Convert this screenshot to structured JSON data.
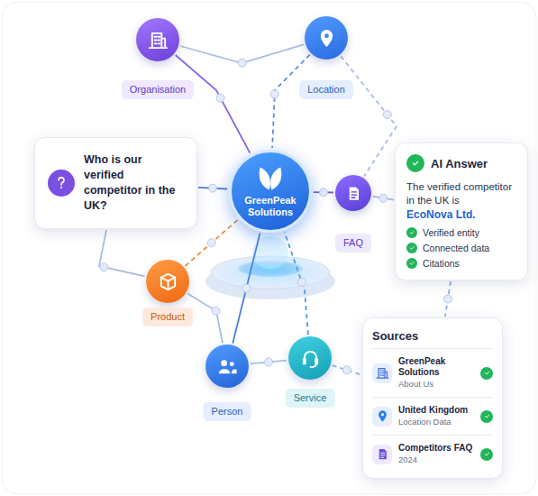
{
  "diagram": {
    "nodes": [
      {
        "text": [
          "Who is our verified competitor in the UK?"
        ]
      },
      {
        "text": [
          "Organisation"
        ]
      },
      {
        "text": [
          "Location"
        ]
      },
      {
        "text": [
          "GreenPeak Solutions"
        ]
      },
      {
        "text": [
          "FAQ"
        ]
      },
      {
        "text": [
          "Product"
        ]
      },
      {
        "text": [
          "Person"
        ]
      },
      {
        "text": [
          "Service"
        ]
      },
      {
        "text": [
          "AI Answer",
          "The verified competitor in the UK is",
          "EcoNova Ltd.",
          "Verified entity",
          "Connected data",
          "Citations"
        ]
      },
      {
        "text": [
          "Sources"
        ]
      },
      {
        "text": [
          "GreenPeak Solutions",
          "About Us"
        ],
        "in": 9
      },
      {
        "text": [
          "United Kingdom",
          "Location Data"
        ],
        "in": 9
      },
      {
        "text": [
          "Competitors FAQ",
          "2024"
        ],
        "in": 9
      }
    ],
    "edges": [
      {
        "from": 0,
        "to": 3,
        "arrow": "none"
      },
      {
        "from": 1,
        "to": 3,
        "arrow": "none"
      },
      {
        "from": 2,
        "to": 3,
        "arrow": "none"
      },
      {
        "from": 1,
        "to": 2,
        "arrow": "none"
      },
      {
        "from": 2,
        "to": 4,
        "arrow": "none"
      },
      {
        "from": 4,
        "to": 3,
        "arrow": "none"
      },
      {
        "from": 5,
        "to": 3,
        "arrow": "none"
      },
      {
        "from": 0,
        "to": 5,
        "arrow": "none"
      },
      {
        "from": 5,
        "to": 6,
        "arrow": "none"
      },
      {
        "from": 6,
        "to": 3,
        "arrow": "none"
      },
      {
        "from": 6,
        "to": 7,
        "arrow": "none"
      },
      {
        "from": 7,
        "to": 3,
        "arrow": "none"
      },
      {
        "from": 7,
        "to": 9,
        "arrow": "none"
      },
      {
        "from": 4,
        "to": 8,
        "arrow": "none"
      },
      {
        "from": 8,
        "to": 9,
        "arrow": "none"
      }
    ]
  }
}
